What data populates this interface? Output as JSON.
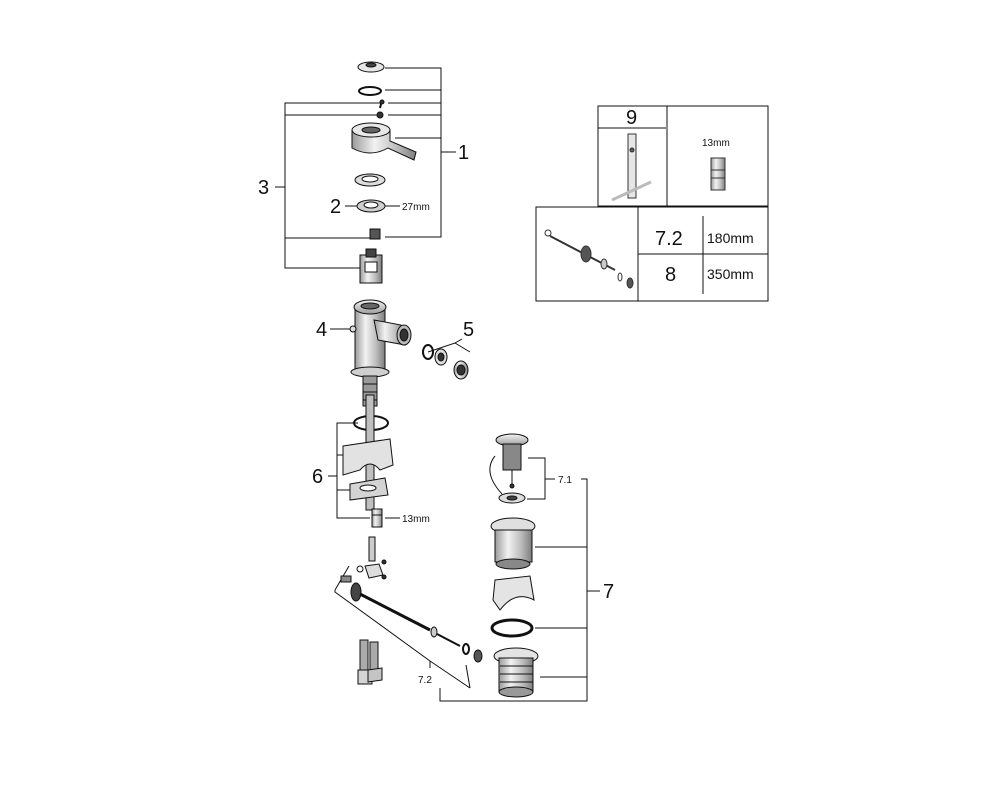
{
  "callouts": {
    "c1": "1",
    "c2": "2",
    "c3": "3",
    "c4": "4",
    "c5": "5",
    "c6": "6",
    "c7": "7",
    "c7_1": "7.1",
    "c7_2": "7.2"
  },
  "dimensions": {
    "cartridge_nut": "27mm",
    "hose_nut": "13mm"
  },
  "spares_table": {
    "tool_number": "9",
    "wrench_size": "13mm",
    "rows": [
      {
        "part": "7.2",
        "length": "180mm"
      },
      {
        "part": "8",
        "length": "350mm"
      }
    ]
  },
  "colors": {
    "line": "#111111",
    "metal": "#d9d9d9",
    "metal_dark": "#8c8c8c"
  }
}
